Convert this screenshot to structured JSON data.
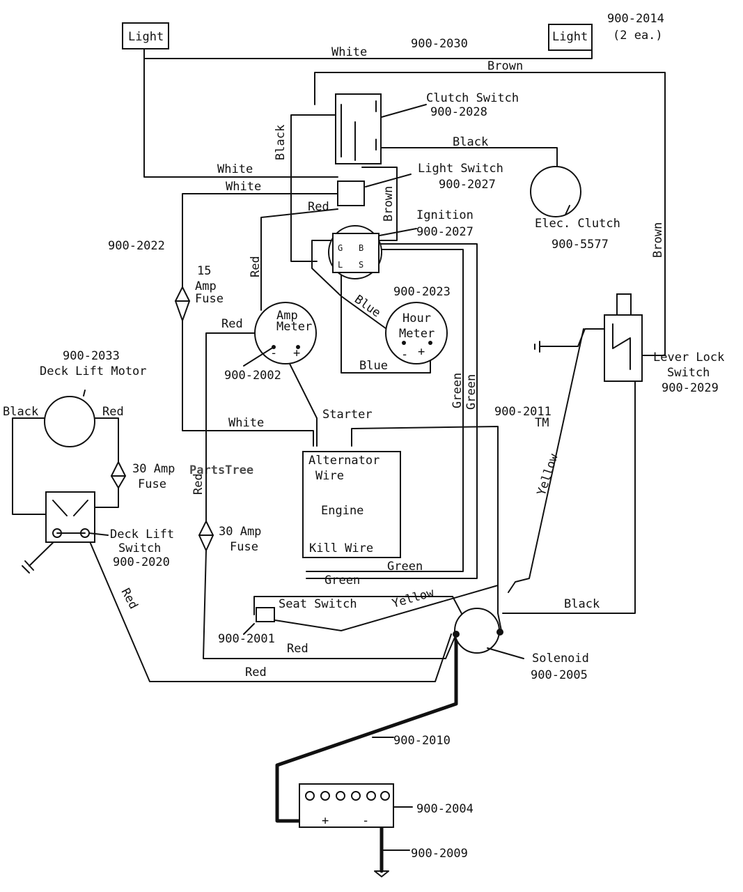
{
  "watermark": {
    "brand": "PartsTree",
    "tm": "TM"
  },
  "components": {
    "light_left": "Light",
    "light_right": "Light",
    "light_right_part": "900-2014",
    "light_right_qty": "(2 ea.)",
    "harness_top": "900-2030",
    "clutch_switch_label": "Clutch Switch",
    "clutch_switch_part": "900-2028",
    "light_switch_label": "Light Switch",
    "light_switch_part": "900-2027",
    "ignition_label": "Ignition",
    "ignition_part": "900-2027",
    "elec_clutch_label": "Elec. Clutch",
    "elec_clutch_part": "900-5577",
    "harness_left": "900-2022",
    "fuse_15_num": "15",
    "fuse_15_amp": "Amp",
    "fuse_15_fuse": "Fuse",
    "amp_meter_1": "Amp",
    "amp_meter_2": "Meter",
    "amp_meter_part": "900-2002",
    "hour_meter_part": "900-2023",
    "hour_meter_1": "Hour",
    "hour_meter_2": "Meter",
    "lever_lock_1": "Lever Lock",
    "lever_lock_2": "Switch",
    "lever_lock_part": "900-2029",
    "deck_motor_part": "900-2033",
    "deck_motor_label": "Deck Lift Motor",
    "fuse_30a_amp": "30 Amp",
    "fuse_30a_fuse": "Fuse",
    "deck_switch_1": "Deck Lift",
    "deck_switch_2": "Switch",
    "deck_switch_part": "900-2020",
    "starter_label": "Starter",
    "harness_right": "900-2011",
    "alternator_1": "Alternator",
    "alternator_2": "Wire",
    "engine_label": "Engine",
    "kill_wire": "Kill Wire",
    "fuse_30b_amp": "30 Amp",
    "fuse_30b_fuse": "Fuse",
    "seat_switch_label": "Seat Switch",
    "seat_switch_part": "900-2001",
    "solenoid_label": "Solenoid",
    "solenoid_part": "900-2005",
    "battery_cable": "900-2010",
    "battery_part": "900-2004",
    "ground_cable": "900-2009",
    "plus": "+",
    "minus": "-"
  },
  "wire_colors": {
    "white": "White",
    "brown": "Brown",
    "black": "Black",
    "red": "Red",
    "blue": "Blue",
    "green": "Green",
    "yellow": "Yellow"
  }
}
